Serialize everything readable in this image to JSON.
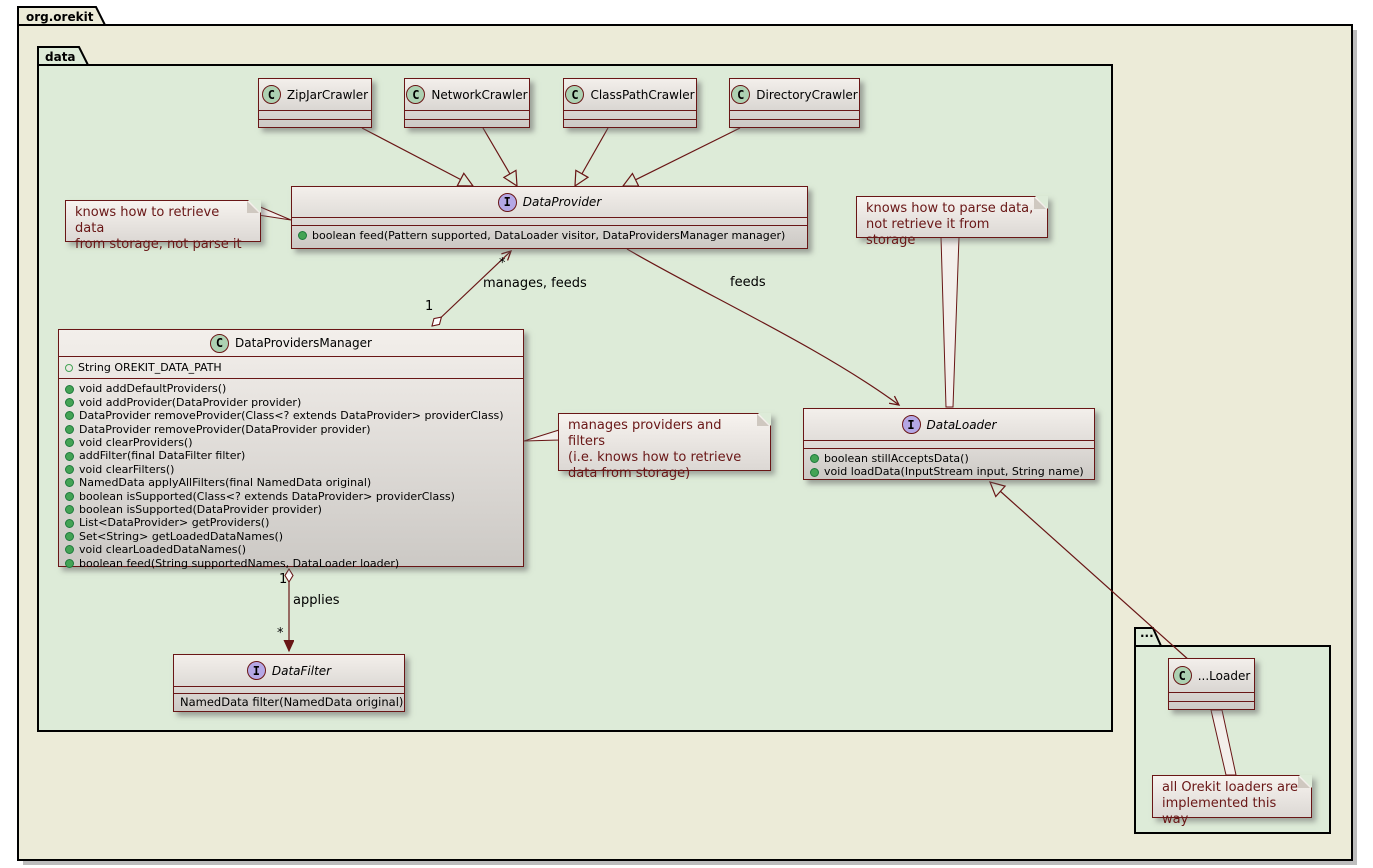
{
  "packages": {
    "orekit": {
      "label": "org.orekit"
    },
    "data": {
      "label": "data"
    },
    "other": {
      "label": "..."
    }
  },
  "classes": {
    "zipjar": {
      "icon": "C",
      "name": "ZipJarCrawler"
    },
    "network": {
      "icon": "C",
      "name": "NetworkCrawler"
    },
    "classpath": {
      "icon": "C",
      "name": "ClassPathCrawler"
    },
    "directory": {
      "icon": "C",
      "name": "DirectoryCrawler"
    },
    "dataprovider": {
      "icon": "I",
      "name": "DataProvider",
      "methods": [
        "boolean feed(Pattern supported, DataLoader visitor, DataProvidersManager manager)"
      ]
    },
    "manager": {
      "icon": "C",
      "name": "DataProvidersManager",
      "fields": [
        "String OREKIT_DATA_PATH"
      ],
      "methods": [
        "void addDefaultProviders()",
        "void addProvider(DataProvider provider)",
        "DataProvider removeProvider(Class<? extends DataProvider> providerClass)",
        "DataProvider removeProvider(DataProvider provider)",
        "void clearProviders()",
        "addFilter(final DataFilter filter)",
        "void clearFilters()",
        "NamedData applyAllFilters(final NamedData original)",
        "boolean isSupported(Class<? extends DataProvider> providerClass)",
        "boolean isSupported(DataProvider provider)",
        "List<DataProvider> getProviders()",
        "Set<String> getLoadedDataNames()",
        "void clearLoadedDataNames()",
        "boolean feed(String supportedNames, DataLoader loader)"
      ]
    },
    "dataloader": {
      "icon": "I",
      "name": "DataLoader",
      "methods": [
        "boolean stillAcceptsData()",
        "void loadData(InputStream input, String name)"
      ]
    },
    "datafilter": {
      "icon": "I",
      "name": "DataFilter",
      "methods": [
        "NamedData filter(NamedData original)"
      ]
    },
    "otherloader": {
      "icon": "C",
      "name": "...Loader"
    }
  },
  "notes": {
    "provider": {
      "lines": [
        "knows how to retrieve data",
        "from storage, not parse it"
      ]
    },
    "loader": {
      "lines": [
        "knows how to parse data,",
        "not retrieve it from storage"
      ]
    },
    "manager": {
      "lines": [
        "manages providers and filters",
        "(i.e. knows how to retrieve",
        "data from storage)"
      ]
    },
    "loaders": {
      "lines": [
        "all Orekit loaders are",
        "implemented this way"
      ]
    }
  },
  "edges": {
    "manages": {
      "label": "manages, feeds",
      "source_mult": "1",
      "target_mult": "*"
    },
    "feeds": {
      "label": "feeds"
    },
    "applies": {
      "label": "applies",
      "source_mult": "1",
      "target_mult": "*"
    }
  },
  "colors": {
    "line": "#691616",
    "package_outer_bg": "#ECEBD8",
    "package_inner_bg": "#DDEBD8",
    "box_bg_top": "#F3EFEB",
    "box_bg_bottom": "#CCC9C5",
    "note_text": "#691616",
    "class_icon_bg": "#ADD1B2",
    "interface_icon_bg": "#B4A7E5"
  }
}
